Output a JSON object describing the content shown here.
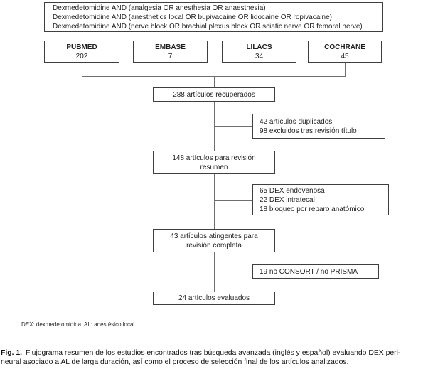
{
  "search_box": {
    "lines": [
      "Dexmedetomidine AND (analgesia OR anesthesia OR anaesthesia)",
      "Dexmedetomidine AND (anesthetics local OR bupivacaine OR lidocaine OR ropivacaine)",
      "Dexmedetomidine AND (nerve block OR brachial plexus block OR sciatic nerve OR femoral nerve)"
    ]
  },
  "databases": [
    {
      "name": "PUBMED",
      "count": "202"
    },
    {
      "name": "EMBASE",
      "count": "7"
    },
    {
      "name": "LILACS",
      "count": "34"
    },
    {
      "name": "COCHRANE",
      "count": "45"
    }
  ],
  "flow_boxes": {
    "retrieved": "288 artículos recuperados",
    "abstract_review": {
      "line1": "148 artículos para revisión",
      "line2": "resumen"
    },
    "full_review": {
      "line1": "43 artículos atingentes para",
      "line2": "revisión completa"
    },
    "evaluated": "24 artículos evaluados"
  },
  "exclusion_boxes": {
    "duplicates": {
      "lines": [
        "42 artículos duplicados",
        "98 excluidos tras revisión título"
      ]
    },
    "non_perineural": {
      "lines": [
        "65 DEX endovenosa",
        "22 DEX intratecal",
        "18 bloqueo por reparo anatómico"
      ]
    },
    "reporting_standards": {
      "lines": [
        "19 no CONSORT / no PRISMA"
      ]
    }
  },
  "footnote": "DEX: dexmedetomidina. AL: anestésico local.",
  "caption": {
    "label": "Fig. 1.",
    "line1": "Flujograma resumen de los estudios encontrados tras búsqueda avanzada (inglés y español) evaluando DEX peri-",
    "line2": "neural asociado a AL de larga duración, así como el proceso de selección final de los artículos analizados."
  },
  "colors": {
    "box_border": "#3f3f3f",
    "connector": "#6e6e6e",
    "text": "#1f1f1f"
  }
}
